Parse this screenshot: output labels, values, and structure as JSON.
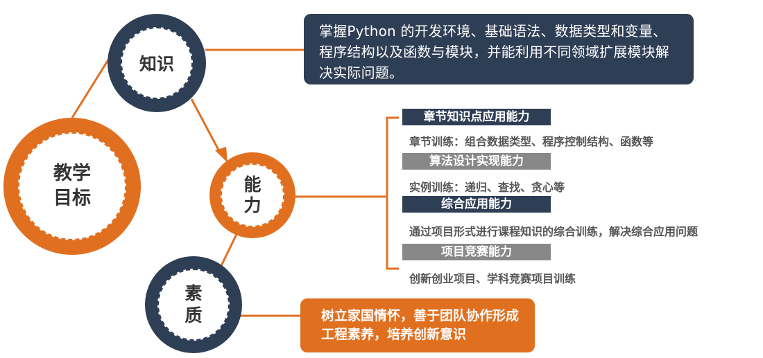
{
  "colors": {
    "navy": "#2e3e55",
    "orange": "#e07020",
    "gray": "#888888",
    "text_dark": "#333333",
    "text_desc": "#555555"
  },
  "center": {
    "label": "教学\n目标"
  },
  "knowledge": {
    "label": "知识",
    "description": "掌握Python 的开发环境、基础语法、数据类型和变量、程序结构以及函数与模块，并能利用不同领域扩展模块解决实际问题。"
  },
  "ability": {
    "label": "能\n力",
    "items": [
      {
        "title": "章节知识点应用能力",
        "detail": "章节训练：组合数据类型、程序控制结构、函数等"
      },
      {
        "title": "算法设计实现能力",
        "detail": "实例训练：递归、查找、贪心等"
      },
      {
        "title": "综合应用能力",
        "detail": "通过项目形式进行课程知识的综合训练，解决综合应用问题"
      },
      {
        "title": "项目竞赛能力",
        "detail": "创新创业项目、学科竞赛项目训练"
      }
    ]
  },
  "quality": {
    "label": "素\n质",
    "description": "树立家国情怀，善于团队协作形成工程素养，培养创新意识"
  }
}
